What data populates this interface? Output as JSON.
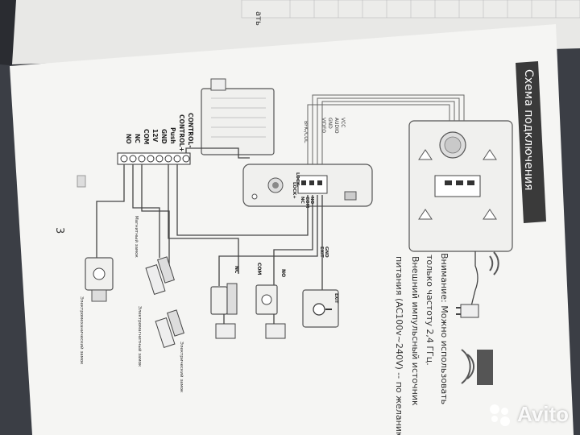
{
  "page": {
    "number": "3",
    "header_title": "Схема подключения",
    "top_fragment": "ать"
  },
  "notes": {
    "line1": "Внимание: Можно использовать",
    "line2": "только частоту 2,4 ГГц.",
    "line3": "Внешний импульсный источник",
    "line4": "питания (AC100v~240V) -- по желанию"
  },
  "labels": {
    "monitor_terms": [
      "VCC",
      "AUDIO",
      "GND",
      "VIDEO"
    ],
    "bfk_col": "BFK-/COL",
    "lock_terms": [
      "LOCK-",
      "LOCK+"
    ],
    "relay_terms": [
      "NO",
      "COM",
      "NC"
    ],
    "gnd": "GND",
    "exit": "EXIT",
    "control_terms": [
      "CONTROL-",
      "CONTROL+",
      "Push",
      "GND",
      "12V",
      "COM",
      "NC",
      "NO"
    ],
    "exit_button": "EXIT",
    "lock_labels": [
      "Электромеханический замок",
      "Магнитный замок",
      "Электромагнитный замок",
      "Электрический замок"
    ],
    "bottom_labels": [
      "NC",
      "COM",
      "NO"
    ]
  },
  "watermark": {
    "brand": "Avito"
  },
  "colors": {
    "paper": "#f5f5f3",
    "header_band": "#3a3a3a",
    "background": "#3b3e45"
  }
}
